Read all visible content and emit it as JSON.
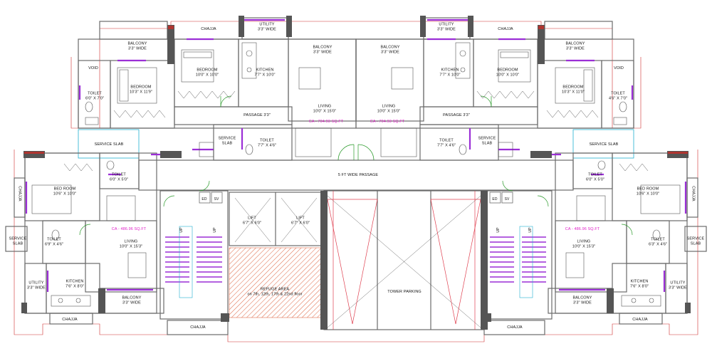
{
  "plan": {
    "left_wing": {
      "chajja_top": "CHAJJA",
      "utility_top": {
        "name": "UTILITY",
        "size": "3'3\" WIDE"
      },
      "balcony_top": {
        "name": "BALCONY",
        "size": "3'3\" WIDE"
      },
      "void": "VOID",
      "bedroom1": {
        "name": "BEDROOM",
        "size": "10'0\" X 10'0\""
      },
      "bedroom2": {
        "name": "BEDROOM",
        "size": "10'3\" X 11'9\""
      },
      "kitchen": {
        "name": "KITCHEN",
        "size": "7'7\" X 10'0\""
      },
      "toilet1": {
        "name": "TOILET",
        "size": "6'0\" X 7'0\""
      },
      "balcony_mid": {
        "name": "BALCONY",
        "size": "3'3\" WIDE"
      },
      "living": {
        "name": "LIVING",
        "size": "10'0\" X 15'0\""
      },
      "passage": "PASSAGE 3'3\"",
      "area": "CA - 704.93 SQ.FT",
      "service_slab1": "SERVICE SLAB",
      "service_slab2": {
        "l1": "SERVICE",
        "l2": "SLAB"
      },
      "toilet2": {
        "name": "TOILET",
        "size": "7'7\" X 4'6\""
      }
    },
    "right_wing": {
      "utility_top": {
        "name": "UTILITY",
        "size": "3'3\" WIDE"
      },
      "chajja_top": "CHAJJA",
      "balcony_top": {
        "name": "BALCONY",
        "size": "3'3\" WIDE"
      },
      "void": "VOID",
      "kitchen": {
        "name": "KITCHEN",
        "size": "7'7\" X 10'0\""
      },
      "bedroom1": {
        "name": "BEDROOM",
        "size": "10'0\" X 10'0\""
      },
      "bedroom2": {
        "name": "BEDROOM",
        "size": "10'3\" X 11'0\""
      },
      "toilet1": {
        "name": "TOILET",
        "size": "4'6\" X 7'0\""
      },
      "balcony_mid": {
        "name": "BALCONY",
        "size": "3'3\" WIDE"
      },
      "living": {
        "name": "LIVING",
        "size": "10'0\" X 15'0\""
      },
      "passage": "PASSAGE 3'3\"",
      "area": "CA - 704.93 SQ.FT",
      "toilet2": {
        "name": "TOILET",
        "size": "7'7\" X 4'6\""
      },
      "service_slab2": {
        "l1": "SERVICE",
        "l2": "SLAB"
      },
      "service_slab1": "SERVICE SLAB"
    },
    "corridor": "5 FT WIDE PASSAGE",
    "lower_left": {
      "toilet_top": {
        "name": "TOILET",
        "size": "6'0\" X 5'0\""
      },
      "chajja_side": "CHAJJA",
      "bedroom": {
        "name": "BED ROOM",
        "size": "10'6\" X 10'0\""
      },
      "area": "CA - 486.96 SQ.FT",
      "service_slab": {
        "l1": "SERVICE",
        "l2": "SLAB"
      },
      "toilet": {
        "name": "TOILET",
        "size": "6'9\" X 4'6\""
      },
      "living": {
        "name": "LIVING",
        "size": "10'0\" X 15'3\""
      },
      "utility": {
        "name": "UTILITY",
        "size": "3'3\" WIDE"
      },
      "kitchen": {
        "name": "KITCHEN",
        "size": "7'6\" X 8'0\""
      },
      "balcony": {
        "name": "BALCONY",
        "size": "3'3\" WIDE"
      },
      "chajja_bottom": "CHAJJA",
      "chajja_bottom2": "CHAJJA"
    },
    "lower_right": {
      "toilet_top": {
        "name": "TOILET",
        "size": "6'0\" X 5'0\""
      },
      "chajja_side": "CHAJJA",
      "bedroom": {
        "name": "BED ROOM",
        "size": "10'6\" X 10'0\""
      },
      "area": "CA - 486.96 SQ.FT",
      "service_slab": {
        "l1": "SERVICE",
        "l2": "SLAB"
      },
      "toilet": {
        "name": "TOILET",
        "size": "6'3\" X 4'6\""
      },
      "living": {
        "name": "LIVING",
        "size": "10'0\" X 15'3\""
      },
      "utility": {
        "name": "UTILITY",
        "size": "3'3\" WIDE"
      },
      "kitchen": {
        "name": "KITCHEN",
        "size": "7'6\" X 8'0\""
      },
      "balcony": {
        "name": "BALCONY",
        "size": "3'3\" WIDE"
      },
      "chajja_bottom": "CHAJJA",
      "chajja_bottom2": "CHAJJA"
    },
    "core": {
      "lift1": {
        "name": "LIFT",
        "size": "6'7\" X 6'0\""
      },
      "lift2": {
        "name": "LIFT",
        "size": "6'7\" X 6'0\""
      },
      "refuge": {
        "l1": "REFUGE AREA",
        "l2": "on 7th, 12th, 17th & 22nd floor"
      },
      "tower_parking": "TOWER PARKING",
      "ed_left": "ED",
      "sv_left": "SV",
      "ed_right": "ED",
      "sv_right": "SV",
      "stair_up": "UP",
      "stair_up_right": "UP"
    },
    "colors": {
      "wall": "#6b6b6b",
      "column": "#555555",
      "column_red": "#c0302a",
      "window": "#9b2fd6",
      "door": "#2a9a2a",
      "stair": "#9b2fd6",
      "area_text": "#e020c8",
      "refuge_hatch": "#e07050",
      "parking_cross": "#e04050",
      "slab_edge": "#20b0d0",
      "dim_line": "#d03030"
    }
  }
}
